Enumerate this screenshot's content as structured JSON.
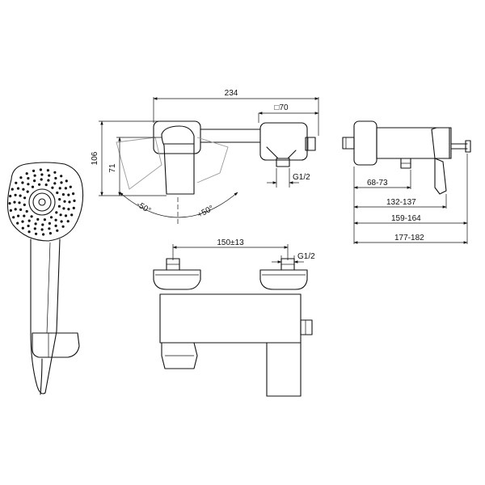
{
  "dimensions": {
    "top_width": "234",
    "square": "□70",
    "height_total": "106",
    "height_inner": "71",
    "angle_left": "-50°",
    "angle_right": "+50°",
    "thread_top_view": "G1/2",
    "thread_front_view": "G1/2",
    "inlet_spacing": "150±13",
    "side_1": "68-73",
    "side_2": "132-137",
    "side_3": "159-164",
    "side_4": "177-182"
  },
  "colors": {
    "line": "#111111",
    "hidden": "#9a9a9a",
    "background": "#ffffff"
  }
}
